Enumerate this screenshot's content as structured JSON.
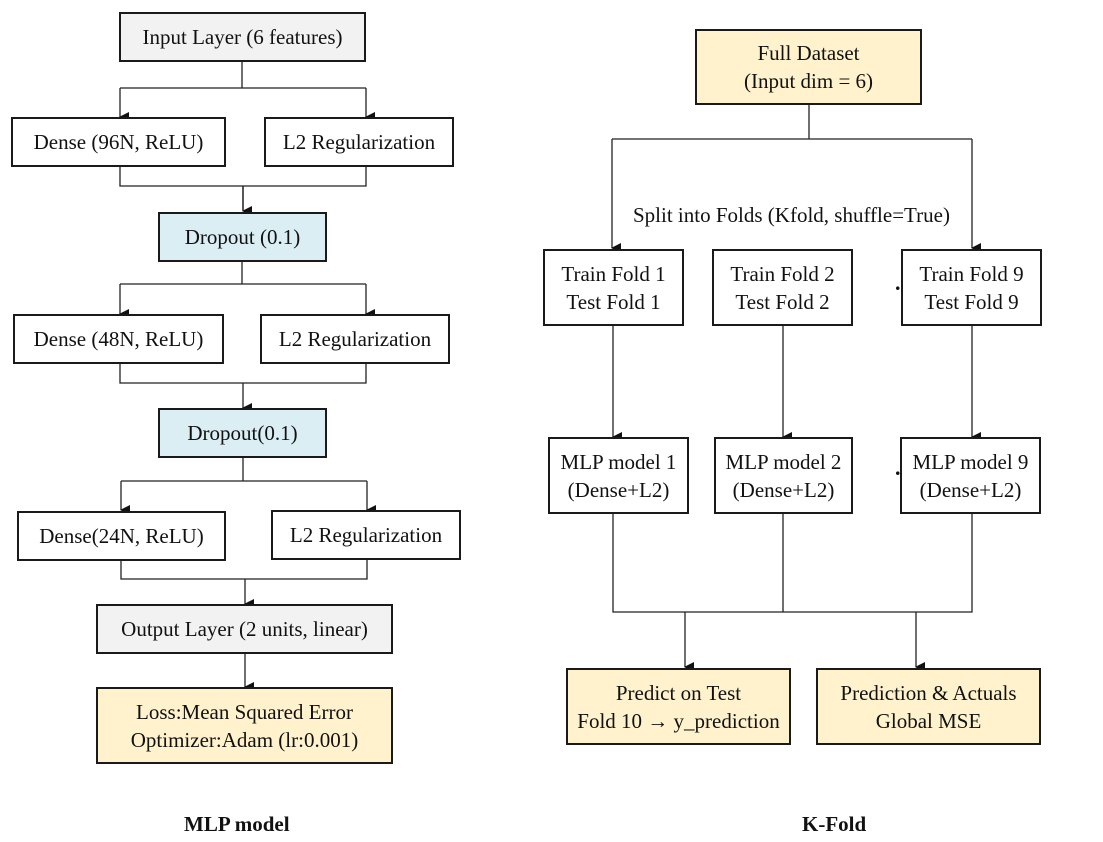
{
  "mlp": {
    "caption": "MLP model",
    "input": "Input Layer (6 features)",
    "dense1": "Dense (96N, ReLU)",
    "l2_1": "L2 Regularization",
    "dropout1": "Dropout (0.1)",
    "dense2": "Dense (48N, ReLU)",
    "l2_2": "L2 Regularization",
    "dropout2": "Dropout(0.1)",
    "dense3": "Dense(24N, ReLU)",
    "l2_3": "L2 Regularization",
    "output": "Output Layer (2 units, linear)",
    "loss_line1": "Loss:Mean Squared Error",
    "loss_line2": "Optimizer:Adam (lr:0.001)"
  },
  "kfold": {
    "caption": "K-Fold",
    "dataset_line1": "Full Dataset",
    "dataset_line2": "(Input dim = 6)",
    "split_label": "Split into Folds (Kfold, shuffle=True)",
    "ellipsis": "...",
    "folds": [
      {
        "train": "Train Fold 1",
        "test": "Test Fold 1"
      },
      {
        "train": "Train Fold 2",
        "test": "Test Fold 2"
      },
      {
        "train": "Train Fold 9",
        "test": "Test Fold 9"
      }
    ],
    "models": [
      {
        "name": "MLP model 1",
        "desc": "(Dense+L2)"
      },
      {
        "name": "MLP model 2",
        "desc": "(Dense+L2)"
      },
      {
        "name": "MLP model 9",
        "desc": "(Dense+L2)"
      }
    ],
    "predict_line1": "Predict on Test",
    "predict_line2": "Fold 10 → y_prediction",
    "global_line1": "Prediction & Actuals",
    "global_line2": "Global MSE"
  },
  "colors": {
    "gray_fill": "#f2f2f2",
    "blue_fill": "#dbeef4",
    "yellow_fill": "#fff2cc",
    "border": "#1a1a1a"
  }
}
